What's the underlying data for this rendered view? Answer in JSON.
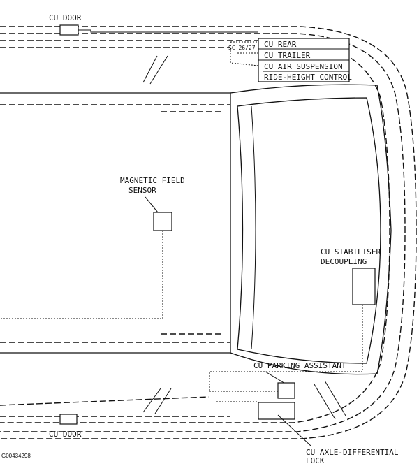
{
  "labels": {
    "cu_door_top": "CU DOOR",
    "cu_door_bottom": "CU DOOR",
    "cu_rear": "CU REAR",
    "cu_trailer": "CU TRAILER",
    "cu_air_suspension": "CU AIR SUSPENSION",
    "ride_height_control": "RIDE-HEIGHT CONTROL",
    "connector": "SC 26/27",
    "magnetic_field_line1": "MAGNETIC FIELD",
    "magnetic_field_line2": "SENSOR",
    "stabiliser_line1": "CU STABILISER",
    "stabiliser_line2": "DECOUPLING",
    "parking_assistant": "CU PARKING ASSISTANT",
    "axle_diff_line1": "CU AXLE-DIFFERENTIAL",
    "axle_diff_line2": "LOCK",
    "figure_id": "G00434298"
  }
}
